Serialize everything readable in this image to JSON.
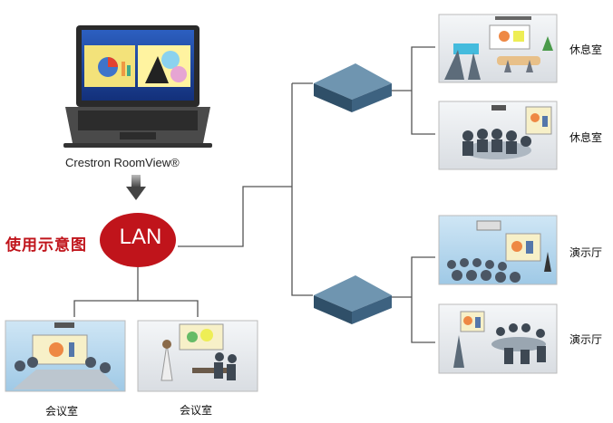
{
  "device_caption": "Crestron RoomView®",
  "usage_label": "使用示意图",
  "network_label": "LAN",
  "rooms": {
    "right_top_1": "休息室",
    "right_top_2": "休息室",
    "right_bottom_1": "演示厅",
    "right_bottom_2": "演示厅",
    "bottom_left_1": "会议室",
    "bottom_left_2": "会议室"
  },
  "colors": {
    "lan_red": "#c0141b",
    "switch_blue": "#4f7895",
    "line_gray": "#555555"
  }
}
